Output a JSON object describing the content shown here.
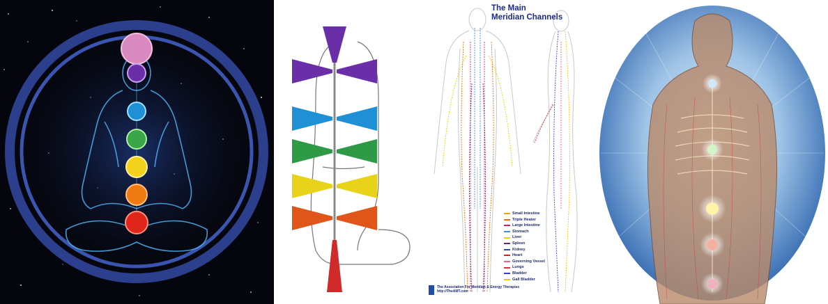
{
  "images": [
    {
      "subject": "meditating figure with seven chakras inside a circular halo on a starry background"
    },
    {
      "subject": "seated figure outline with colored funnel-shaped chakra vortices along the spine"
    },
    {
      "subject": "front and side body diagrams of the main meridian channels"
    },
    {
      "subject": "illuminated translucent human body with glowing chakra points"
    }
  ],
  "meridian_chart": {
    "title_line1": "The Main",
    "title_line2": "Meridian Channels",
    "legend": [
      {
        "label": "Small Intestine",
        "color": "#f2a400"
      },
      {
        "label": "Triple Heater",
        "color": "#f06a00"
      },
      {
        "label": "Large Intestine",
        "color": "#d81b60"
      },
      {
        "label": "Stomach",
        "color": "#3f8ae0"
      },
      {
        "label": "Liver",
        "color": "#e8d400"
      },
      {
        "label": "Spleen",
        "color": "#5a2b8c"
      },
      {
        "label": "Kidney",
        "color": "#1f4fa8"
      },
      {
        "label": "Heart",
        "color": "#e02020"
      },
      {
        "label": "Governing Vessel",
        "color": "#f25a9e"
      },
      {
        "label": "Lungs",
        "color": "#e63030"
      },
      {
        "label": "Bladder",
        "color": "#3a3ad0"
      },
      {
        "label": "Gall Bladder",
        "color": "#f5c400"
      }
    ],
    "footer_line1": "The Association For Meridian & Energy Therapies",
    "footer_line2": "http://TheAMT.com"
  },
  "colors": {
    "chakra_root": "#e0261b",
    "chakra_sacral": "#f07a12",
    "chakra_solar": "#f2d21a",
    "chakra_heart": "#3aa64a",
    "chakra_throat": "#1f8fd6",
    "chakra_third_eye": "#6a2ea8",
    "chakra_crown": "#d98ac0"
  }
}
